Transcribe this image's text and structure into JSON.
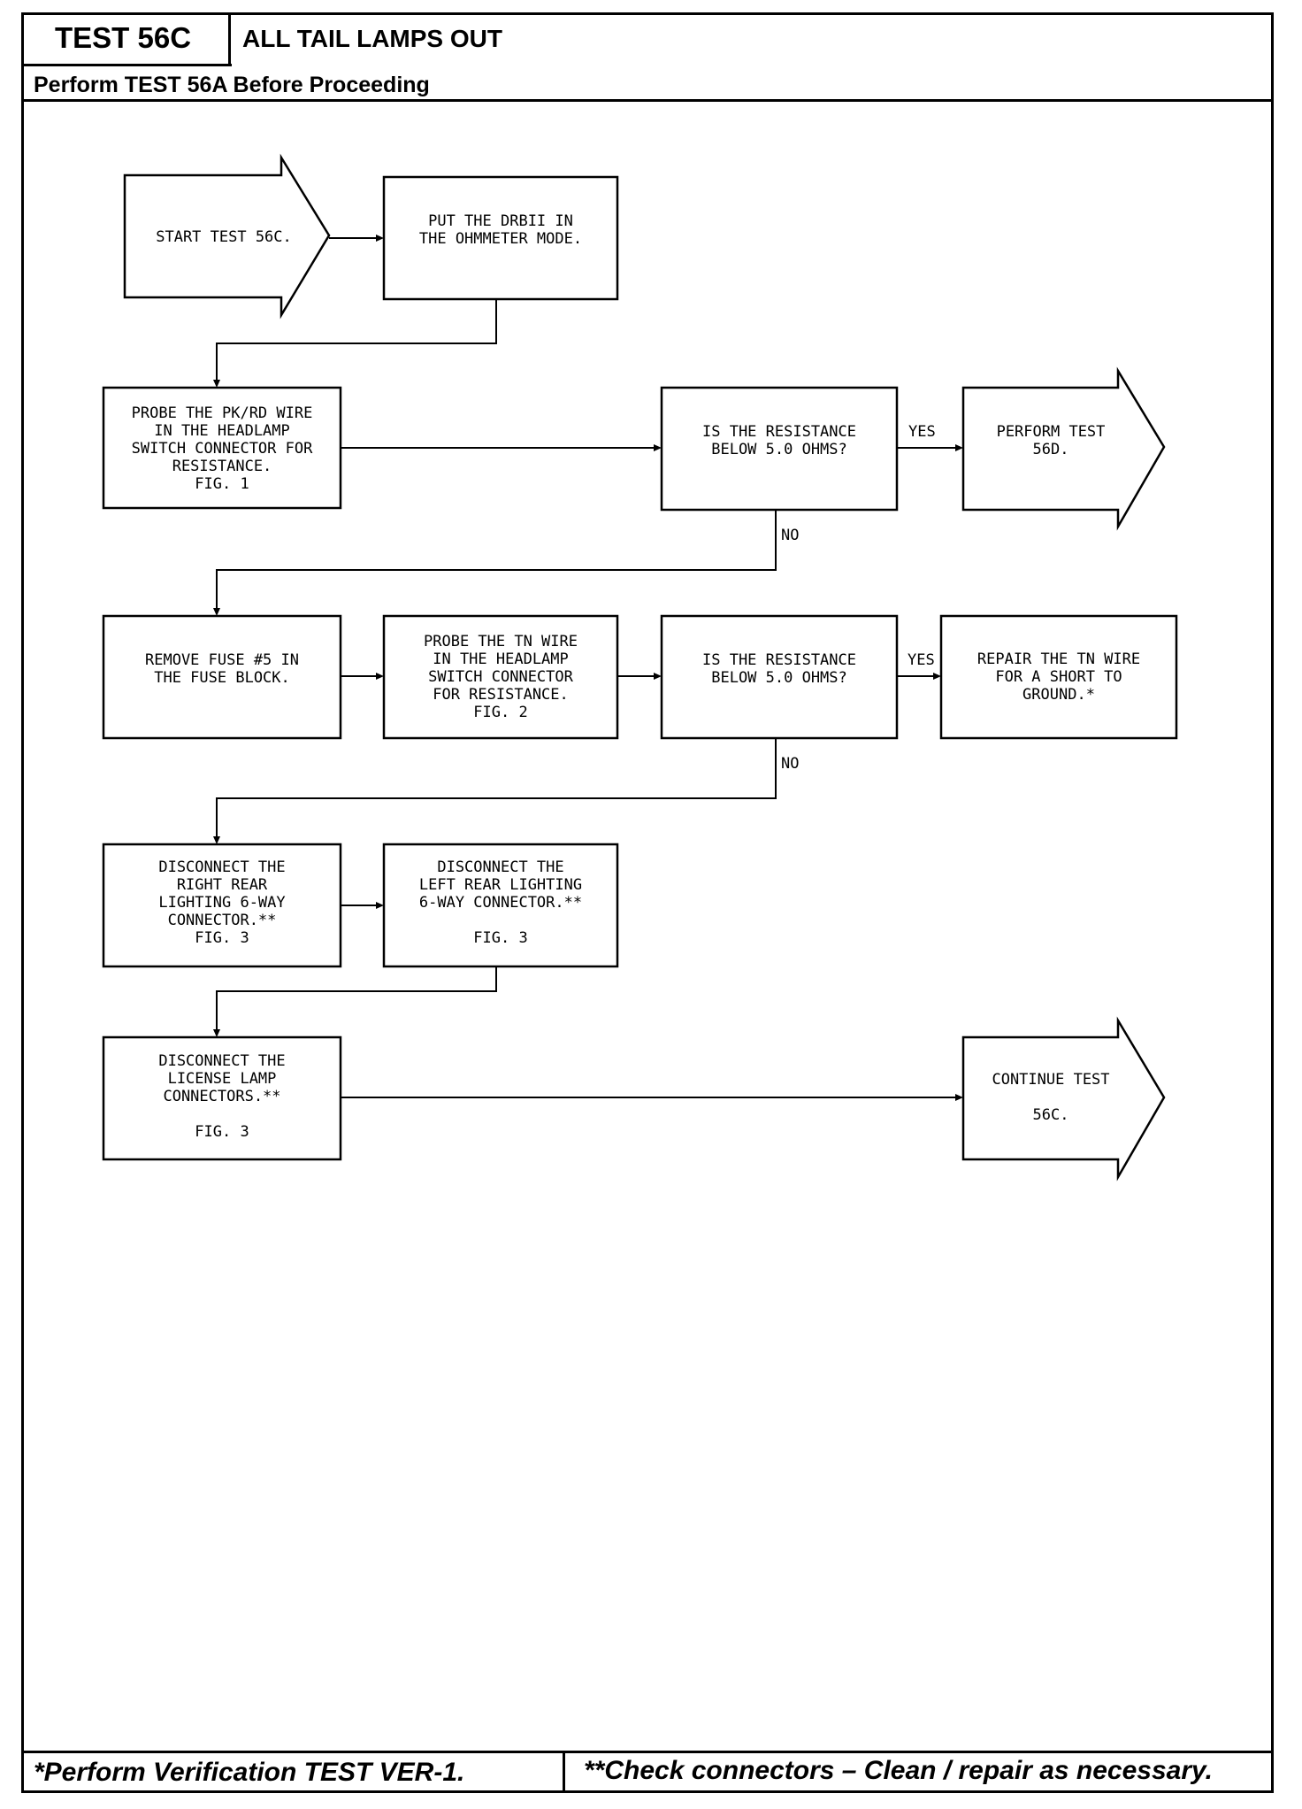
{
  "header": {
    "test_id": "TEST 56C",
    "title": "ALL TAIL LAMPS OUT",
    "prerequisite": "Perform TEST 56A Before Proceeding"
  },
  "flowchart": {
    "nodes": {
      "start": [
        "START TEST 56C."
      ],
      "ohm_mode": [
        "PUT THE DRBII IN",
        "THE OHMMETER MODE."
      ],
      "probe_pkrd": [
        "PROBE THE PK/RD WIRE",
        "IN THE HEADLAMP",
        "SWITCH CONNECTOR FOR",
        "RESISTANCE.",
        "FIG. 1"
      ],
      "q1": [
        "IS THE RESISTANCE",
        "BELOW 5.0 OHMS?"
      ],
      "perform56d": [
        "PERFORM TEST",
        "56D."
      ],
      "remove_fuse": [
        "REMOVE FUSE #5 IN",
        "THE FUSE BLOCK."
      ],
      "probe_tn": [
        "PROBE THE TN WIRE",
        "IN THE HEADLAMP",
        "SWITCH CONNECTOR",
        "FOR RESISTANCE.",
        "FIG. 2"
      ],
      "q2": [
        "IS THE RESISTANCE",
        "BELOW 5.0 OHMS?"
      ],
      "repair_tn": [
        "REPAIR THE TN WIRE",
        "FOR A SHORT TO",
        "GROUND.*"
      ],
      "disc_right": [
        "DISCONNECT THE",
        "RIGHT REAR",
        "LIGHTING 6-WAY",
        "CONNECTOR.**",
        "FIG. 3"
      ],
      "disc_left": [
        "DISCONNECT THE",
        "LEFT REAR LIGHTING",
        "6-WAY CONNECTOR.**",
        "",
        "FIG. 3"
      ],
      "disc_license": [
        "DISCONNECT THE",
        "LICENSE LAMP",
        "CONNECTORS.**",
        "",
        "FIG. 3"
      ],
      "continue": [
        "CONTINUE TEST",
        "",
        "56C."
      ]
    },
    "labels": {
      "yes1": "YES",
      "no1": "NO",
      "yes2": "YES",
      "no2": "NO"
    }
  },
  "footer": {
    "note1": "*Perform Verification TEST VER-1.",
    "note2": "**Check connectors – Clean / repair as necessary."
  }
}
